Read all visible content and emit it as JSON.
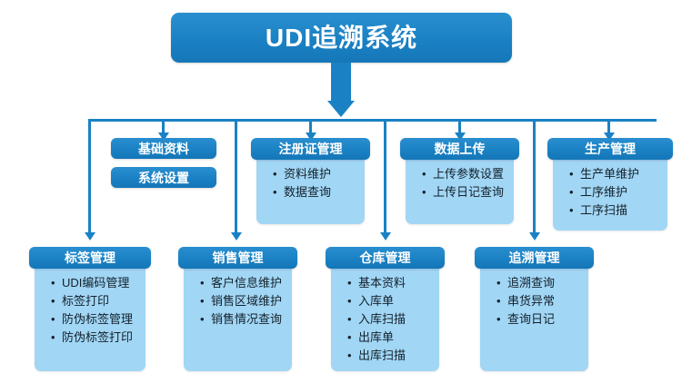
{
  "diagram": {
    "root": {
      "title": "UDI追溯系统"
    },
    "row1": [
      {
        "id": "basic-data",
        "type": "pills",
        "pills": [
          {
            "label": "基础资料"
          },
          {
            "label": "系统设置"
          }
        ]
      },
      {
        "id": "registration-management",
        "type": "card",
        "header": "注册证管理",
        "items": [
          "资料维护",
          "数据查询"
        ]
      },
      {
        "id": "data-upload",
        "type": "card",
        "header": "数据上传",
        "items": [
          "上传参数设置",
          "上传日记查询"
        ]
      },
      {
        "id": "production-management",
        "type": "card",
        "header": "生产管理",
        "items": [
          "生产单维护",
          "工序维护",
          "工序扫描"
        ]
      }
    ],
    "row2": [
      {
        "id": "label-management",
        "type": "card",
        "header": "标签管理",
        "items": [
          "UDI编码管理",
          "标签打印",
          "防伪标签管理",
          "防伪标签打印"
        ]
      },
      {
        "id": "sales-management",
        "type": "card",
        "header": "销售管理",
        "items": [
          "客户信息维护",
          "销售区域维护",
          "销售情况查询"
        ]
      },
      {
        "id": "warehouse-management",
        "type": "card",
        "header": "仓库管理",
        "items": [
          "基本资料",
          "入库单",
          "入库扫描",
          "出库单",
          "出库扫描"
        ]
      },
      {
        "id": "trace-management",
        "type": "card",
        "header": "追溯管理",
        "items": [
          "追溯查询",
          "串货异常",
          "查询日记"
        ]
      }
    ],
    "colors": {
      "accent": "#1a81c4",
      "accent_light": "#2a8fcf",
      "panel": "#a1d6f5",
      "text_on_accent": "#ffffff",
      "text_body": "#14212b",
      "background": "#ffffff"
    }
  }
}
